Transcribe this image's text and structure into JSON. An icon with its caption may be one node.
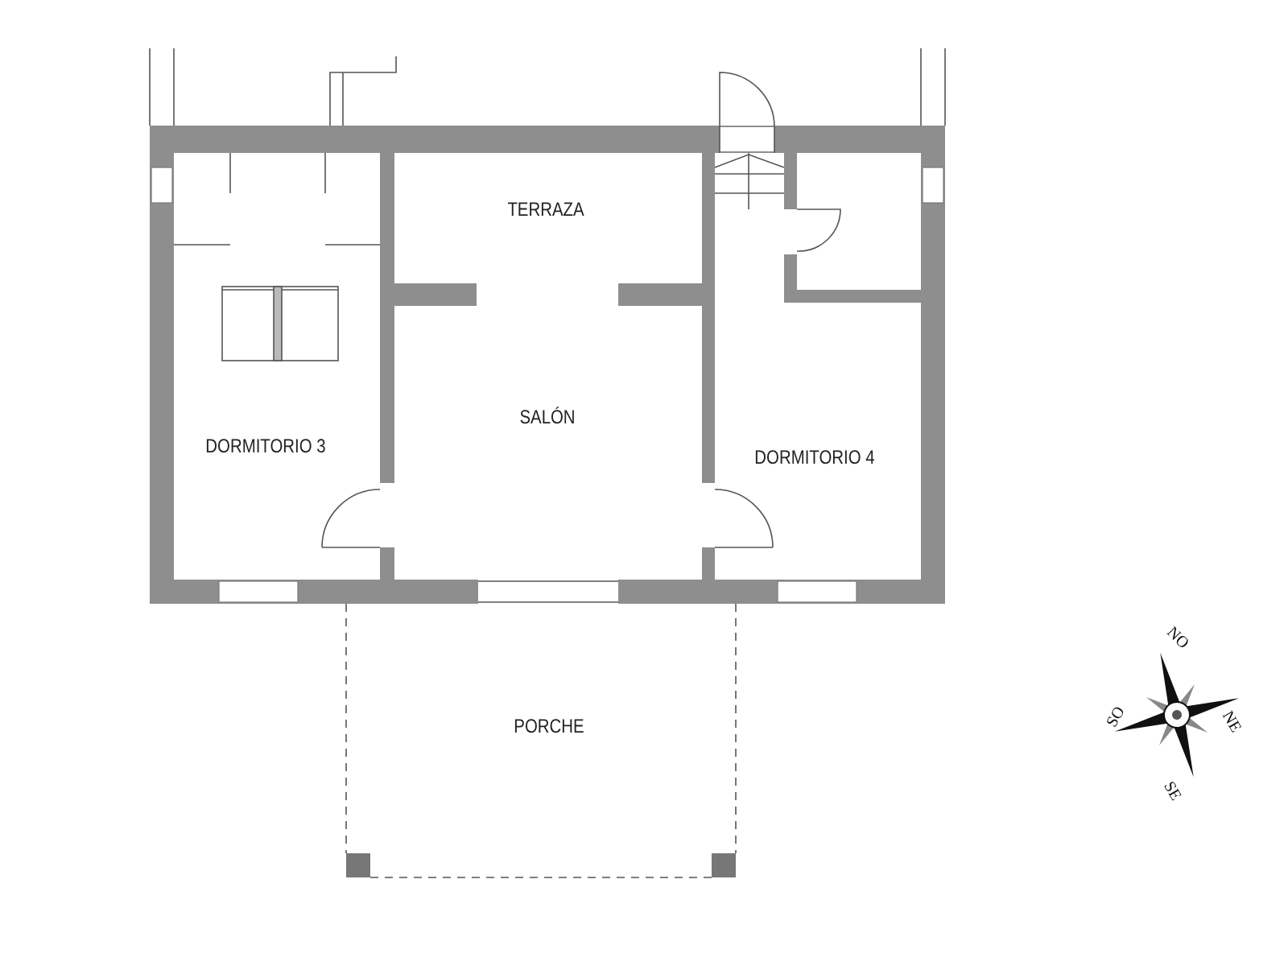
{
  "diagram": {
    "labels": [
      "TERRAZA",
      "SALÓN",
      "DORMITORIO 3",
      "DORMITORIO 4",
      "PORCHE",
      "NO",
      "SO",
      "NE",
      "SE"
    ]
  }
}
